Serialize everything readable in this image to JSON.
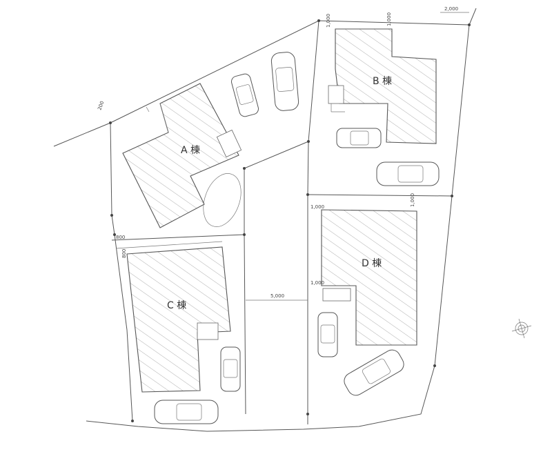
{
  "buildings": {
    "a": {
      "label": "A 棟"
    },
    "b": {
      "label": "B 棟"
    },
    "c": {
      "label": "C 棟"
    },
    "d": {
      "label": "D 棟"
    }
  },
  "dimensions": {
    "top_right": "2,000",
    "top_left_corner": "200",
    "b_top_left": "1,000",
    "b_top_right": "1,000",
    "d_top_left": "1,000",
    "d_top_right": "1,000",
    "d_left_mid": "1,000",
    "c_top_left": "800",
    "c_left": "800",
    "road": "5,000"
  }
}
